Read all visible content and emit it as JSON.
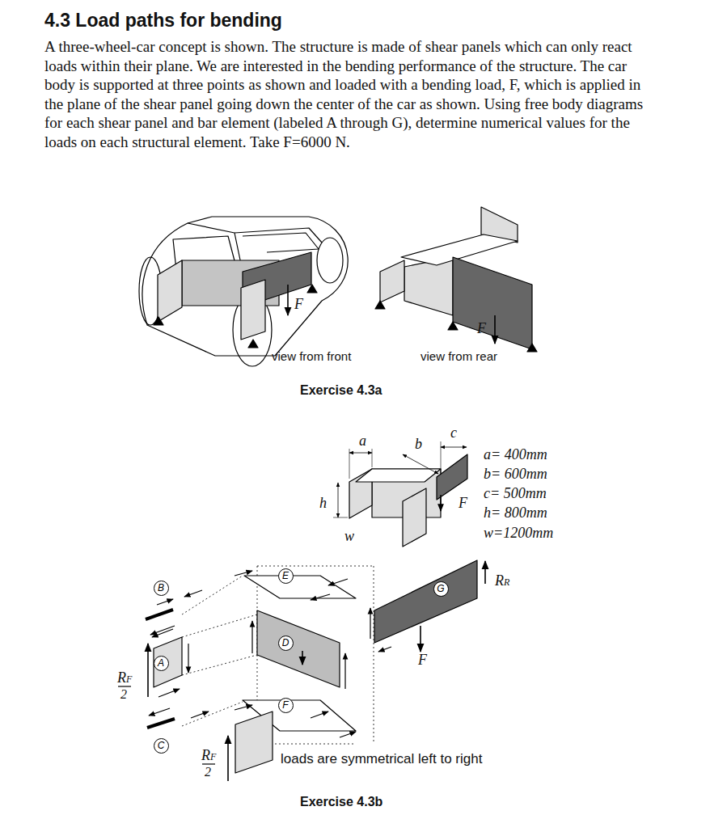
{
  "diagram": {
    "title": "4.3 Load paths for bending",
    "nodes": [
      {
        "text": [
          "E"
        ]
      },
      {
        "text": [
          "B"
        ]
      },
      {
        "text": [
          "G"
        ]
      },
      {
        "text": [
          "D"
        ]
      },
      {
        "text": [
          "A"
        ]
      },
      {
        "text": [
          "F"
        ]
      },
      {
        "text": [
          "C"
        ]
      }
    ],
    "labels": [
      "A three-wheel-car concept is shown. The structure is made of shear panels which can only react loads within their plane. We are interested in the bending performance of the structure. The car body is supported at three points as shown and loaded with a bending load, F, which is applied in the plane of the shear panel going down the center of the car as shown. Using free body diagrams for each shear panel and bar element (labeled A through G), determine numerical values for the loads on each structural element. Take F=6000 N.",
      "F",
      "view from front",
      "F",
      "view from rear",
      "Exercise 4.3a",
      "a",
      "b",
      "c",
      "h",
      "w",
      "F",
      "a= 400mm",
      "b= 600mm",
      "c= 500mm",
      "h= 800mm",
      "w=1200mm",
      "RR",
      "F",
      "RF",
      "2",
      "RF",
      "2",
      "loads are symmetrical left to right",
      "Exercise 4.3b"
    ]
  }
}
